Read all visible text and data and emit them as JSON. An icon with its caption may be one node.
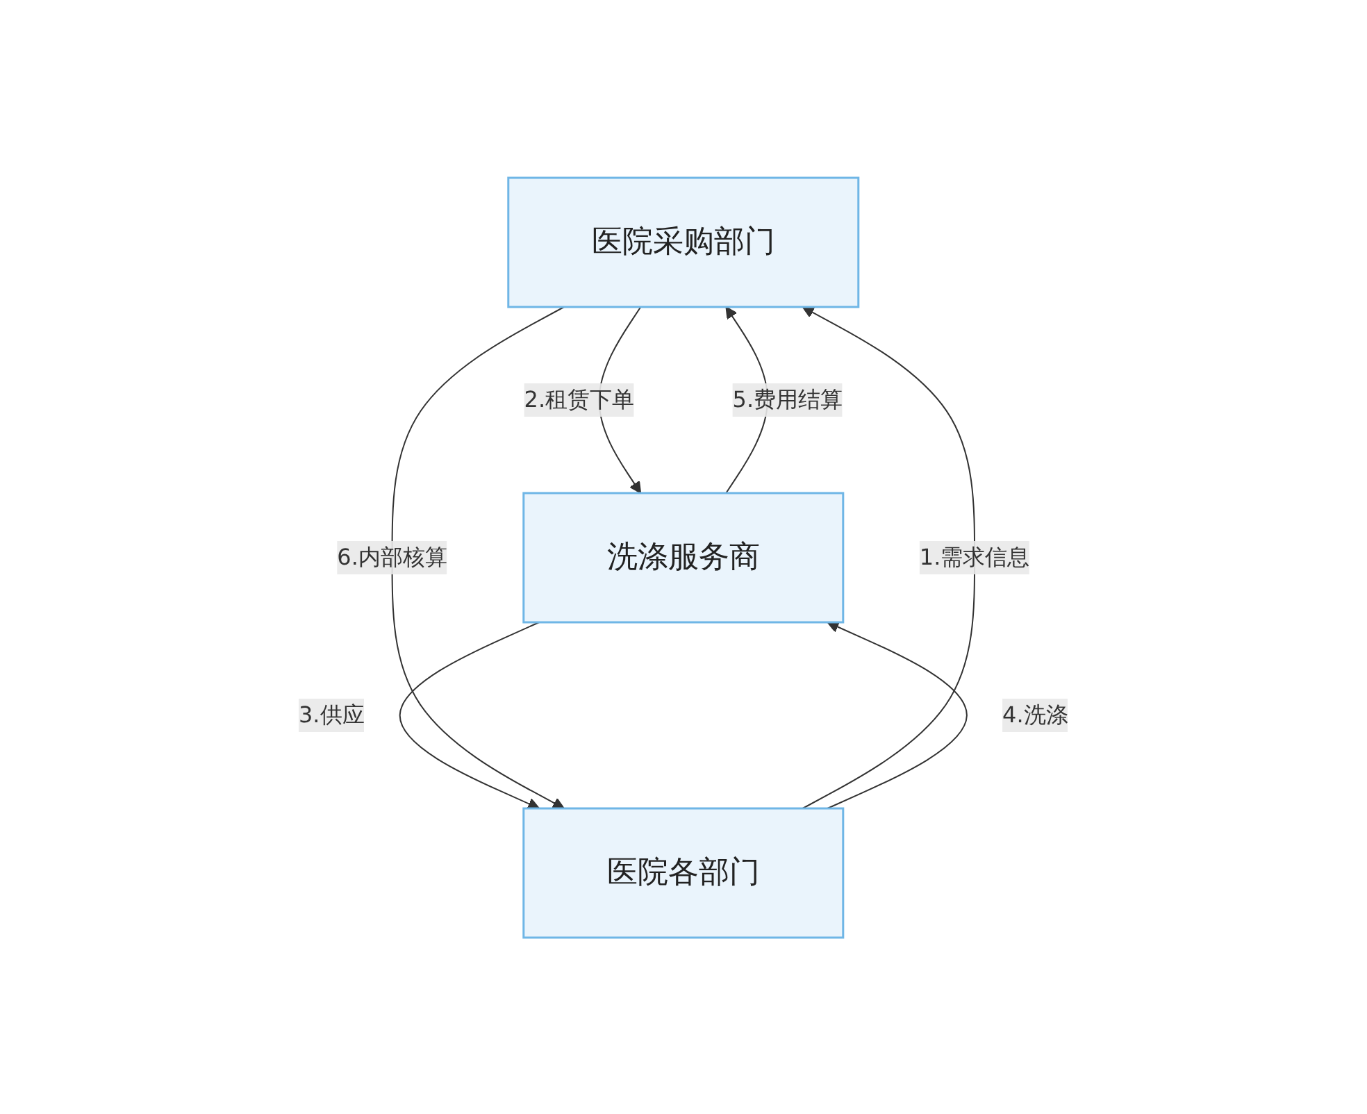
{
  "diagram": {
    "nodes": [
      {
        "text": [
          "医院采购部门"
        ]
      },
      {
        "text": [
          "医院各部门"
        ]
      },
      {
        "text": [
          "洗涤服务商"
        ]
      }
    ],
    "edges": [
      {
        "from": 1,
        "to": 0,
        "arrow": "to",
        "label": "1.需求信息"
      },
      {
        "from": 0,
        "to": 2,
        "arrow": "to",
        "label": "2.租赁下单"
      },
      {
        "from": 2,
        "to": 1,
        "arrow": "to",
        "label": "3.供应"
      },
      {
        "from": 1,
        "to": 2,
        "arrow": "to",
        "label": "4.洗涤"
      },
      {
        "from": 2,
        "to": 0,
        "arrow": "to",
        "label": "5.费用结算"
      },
      {
        "from": 0,
        "to": 1,
        "arrow": "to",
        "label": "6.内部核算"
      }
    ]
  }
}
